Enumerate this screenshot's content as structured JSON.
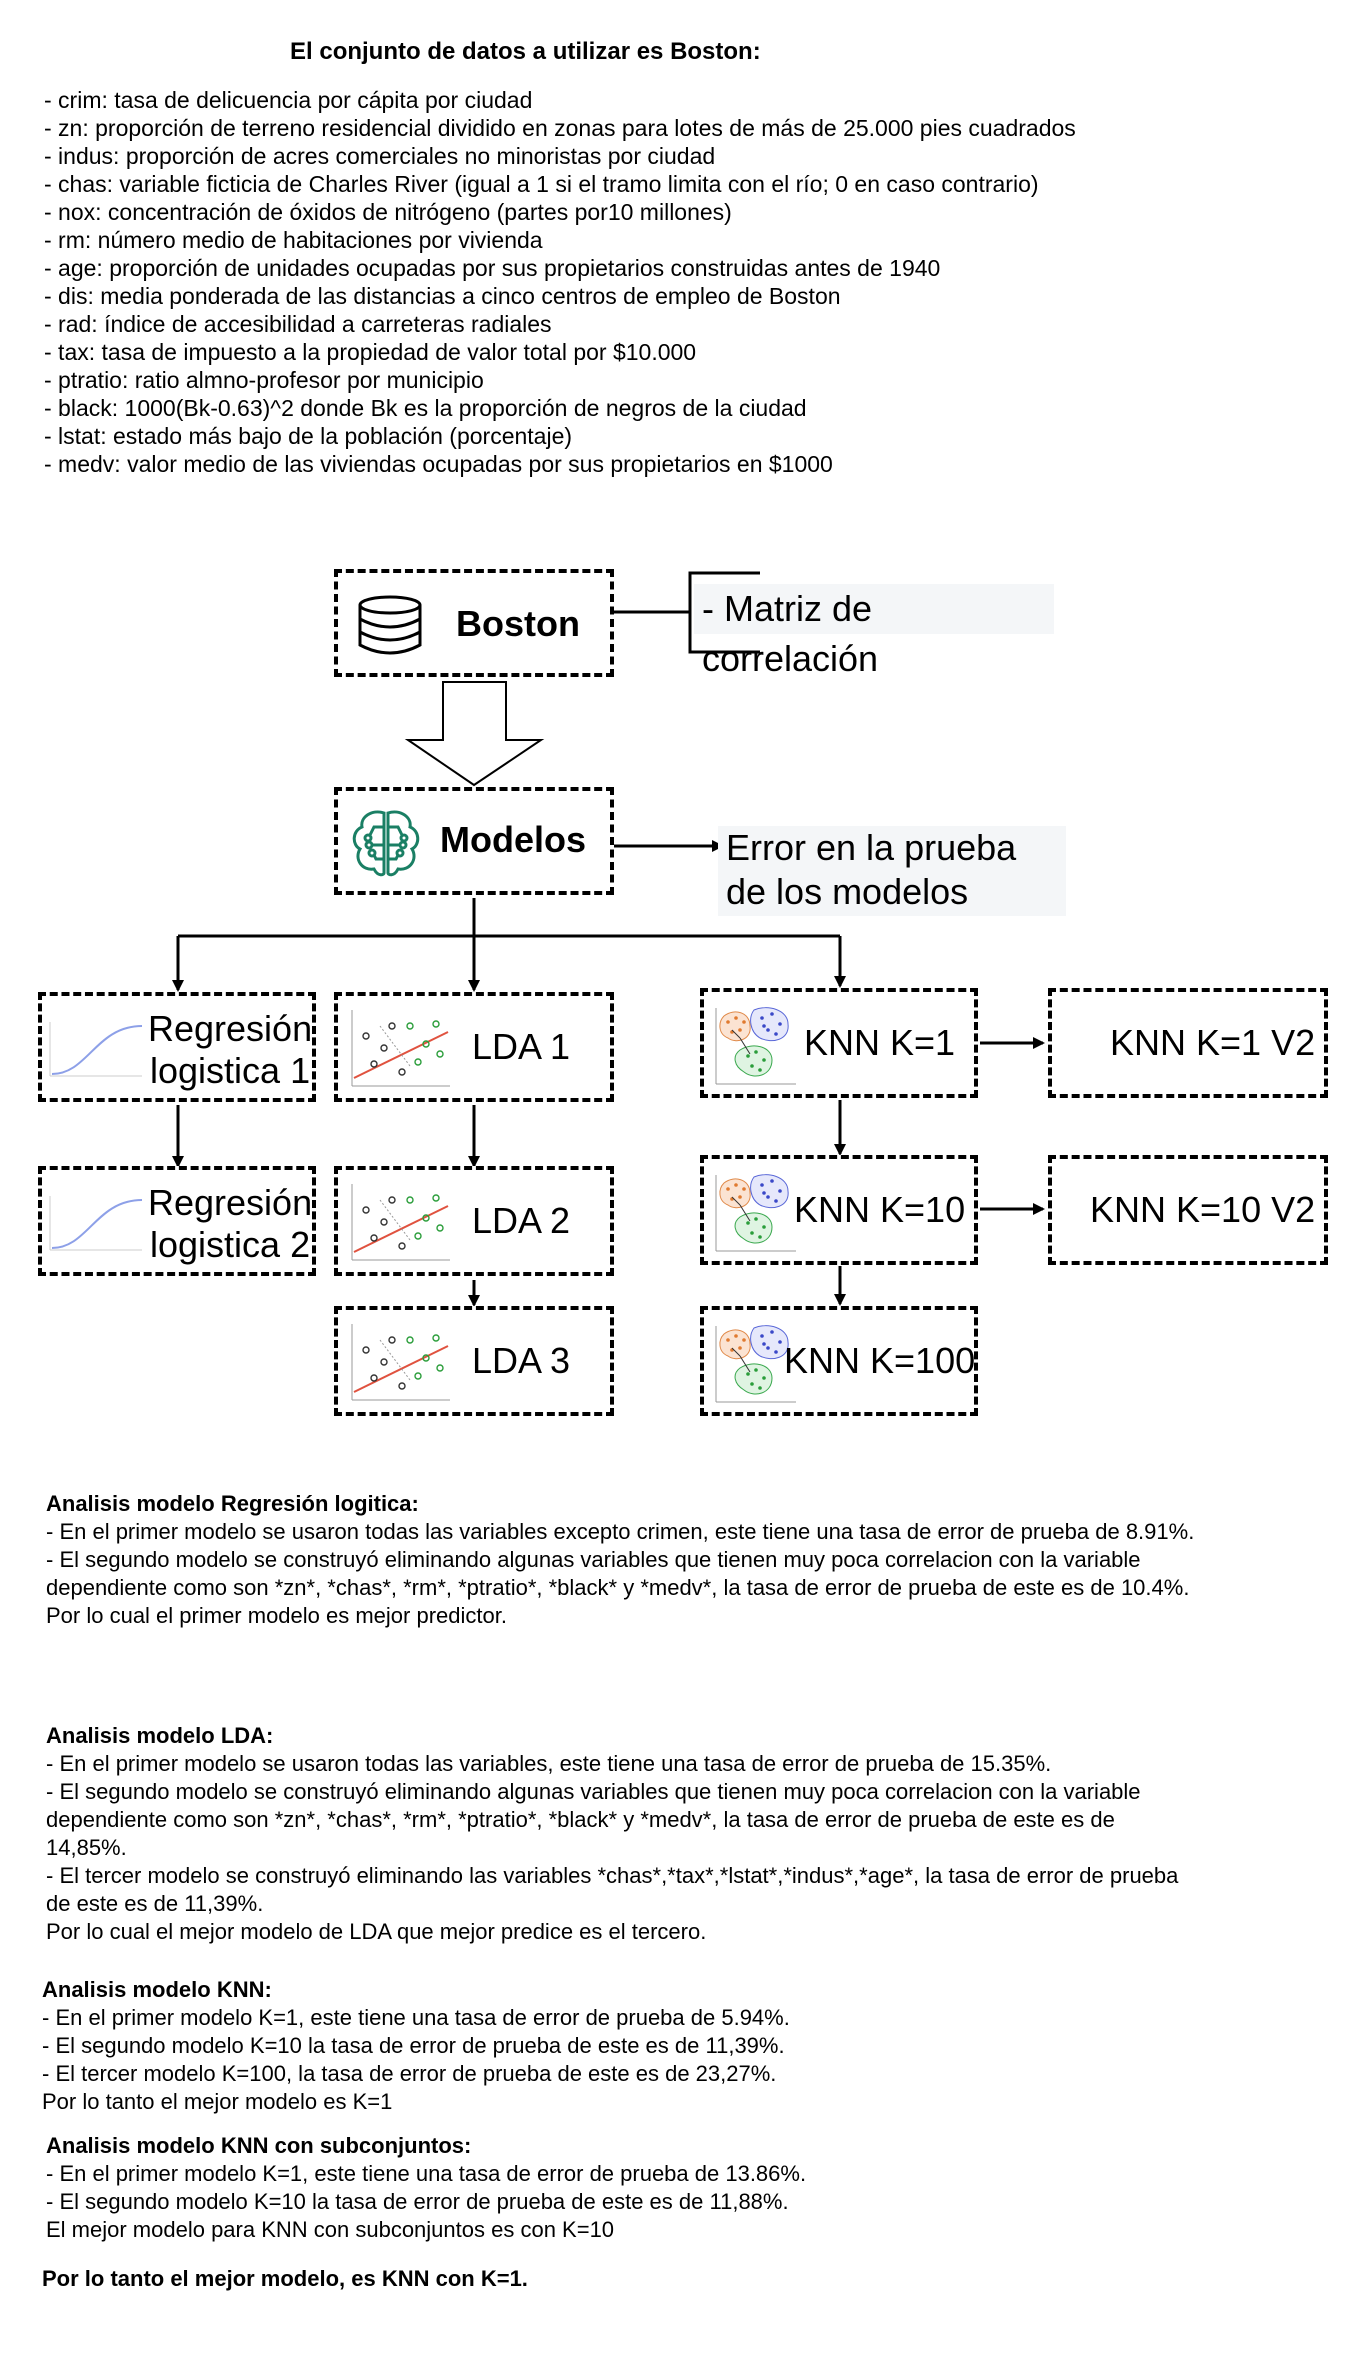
{
  "header": {
    "title": "El conjunto de datos a utilizar es Boston:",
    "variables": [
      "- crim: tasa de delicuencia por cápita por ciudad",
      "- zn: proporción de terreno residencial dividido en zonas para lotes de más de 25.000 pies cuadrados",
      "- indus: proporción de acres comerciales no minoristas por ciudad",
      "- chas: variable ficticia de Charles River (igual a 1 si el tramo limita con el río; 0 en caso contrario)",
      "- nox: concentración de óxidos de nitrógeno (partes por10 millones)",
      "- rm: número medio de habitaciones por vivienda",
      "- age: proporción de unidades ocupadas por sus propietarios construidas antes de 1940",
      "- dis: media ponderada de las distancias a cinco centros de empleo de Boston",
      "- rad: índice de accesibilidad a carreteras radiales",
      "- tax: tasa de impuesto a la propiedad de valor total por $10.000",
      "- ptratio: ratio almno-profesor por municipio",
      "- black: 1000(Bk-0.63)^2 donde Bk es la proporción de negros de la ciudad",
      "- lstat: estado más bajo de la población (porcentaje)",
      "- medv: valor medio de las viviendas ocupadas por sus propietarios en $1000"
    ]
  },
  "diagram": {
    "boston": {
      "label": "Boston",
      "icon": "database-icon"
    },
    "boston_note": "- Matriz de correlación",
    "modelos": {
      "label": "Modelos",
      "icon": "brain-circuit-icon"
    },
    "modelos_note_line1": "Error en la prueba",
    "modelos_note_line2": "de los modelos",
    "reg1_line1": "Regresión",
    "reg1_line2": "logistica 1",
    "reg2_line1": "Regresión",
    "reg2_line2": "logistica 2",
    "lda1": "LDA 1",
    "lda2": "LDA 2",
    "lda3": "LDA 3",
    "knn1": "KNN K=1",
    "knn10": "KNN K=10",
    "knn100": "KNN K=100",
    "knn1v2": "KNN K=1 V2",
    "knn10v2": "KNN K=10 V2",
    "colors": {
      "border": "#000000",
      "icon_green": "#1a7f64",
      "annot_bg": "#f4f6f8",
      "regression_line": "#e0523f"
    }
  },
  "analysis": {
    "reg": {
      "title": "Analisis modelo Regresión logitica:",
      "lines": [
        "- En el primer modelo se usaron todas las variables excepto crimen, este tiene una tasa de error de prueba de 8.91%.",
        "- El segundo modelo se construyó eliminando algunas variables que tienen muy poca correlacion con la variable",
        "dependiente como son *zn*, *chas*, *rm*, *ptratio*, *black* y *medv*, la tasa de error de prueba de este es de 10.4%.",
        "Por lo cual el primer modelo es mejor predictor."
      ]
    },
    "lda": {
      "title": "Analisis modelo LDA:",
      "lines": [
        "- En el primer modelo se usaron todas las variables, este tiene una tasa de error de prueba de 15.35%.",
        "- El segundo modelo se construyó eliminando algunas variables que tienen muy poca correlacion con la variable",
        "dependiente como son *zn*, *chas*, *rm*, *ptratio*, *black* y *medv*, la tasa de error de prueba de este es de",
        "14,85%.",
        "- El tercer modelo se construyó eliminando las variables *chas*,*tax*,*lstat*,*indus*,*age*, la tasa de error de prueba",
        "de este es de 11,39%.",
        "Por lo cual el mejor modelo de LDA que mejor predice es el tercero."
      ]
    },
    "knn": {
      "title": "Analisis modelo KNN:",
      "lines": [
        "- En el primer modelo  K=1, este tiene una tasa de error de prueba de 5.94%.",
        "- El segundo modelo K=10 la tasa de error de prueba de este es de 11,39%.",
        "- El tercer modelo K=100, la tasa de error de prueba de este es de 23,27%.",
        "Por lo tanto el mejor modelo  es K=1"
      ]
    },
    "knn_sub": {
      "title": "Analisis modelo KNN con subconjuntos:",
      "lines": [
        "- En el primer modelo  K=1, este tiene una tasa de error de prueba de 13.86%.",
        "- El segundo modelo K=10 la tasa de error de prueba de este es de 11,88%.",
        "El mejor modelo para KNN con subconjuntos es con K=10"
      ]
    },
    "conclusion": "Por lo tanto el mejor modelo, es KNN con K=1."
  }
}
